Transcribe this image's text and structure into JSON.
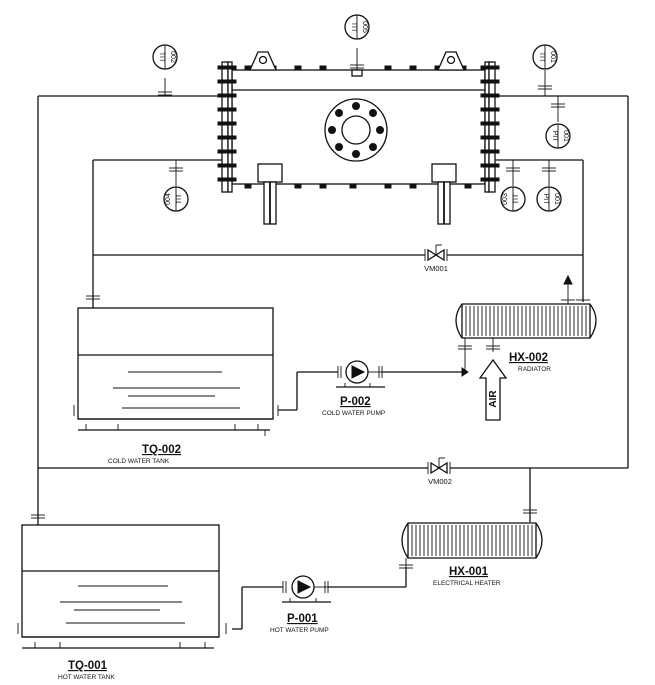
{
  "equipment": {
    "tq002": {
      "tag": "TQ-002",
      "desc": "COLD WATER TANK"
    },
    "tq001": {
      "tag": "TQ-001",
      "desc": "HOT WATER TANK"
    },
    "p002": {
      "tag": "P-002",
      "desc": "COLD WATER PUMP"
    },
    "p001": {
      "tag": "P-001",
      "desc": "HOT WATER PUMP"
    },
    "hx002": {
      "tag": "HX-002",
      "desc": "RADIATOR"
    },
    "hx001": {
      "tag": "HX-001",
      "desc": "ELECTRICAL HEATER"
    }
  },
  "valves": {
    "vm001": "VM001",
    "vm002": "VM002"
  },
  "air_label": "AIR",
  "instruments": {
    "tit005": {
      "type": "TIT",
      "num": "005"
    },
    "tit002": {
      "type": "TIT",
      "num": "002"
    },
    "tit001": {
      "type": "TIT",
      "num": "001"
    },
    "pit001_top": {
      "type": "PIT",
      "num": "001"
    },
    "tit004": {
      "type": "TIT",
      "num": "004"
    },
    "tit003": {
      "type": "TIT",
      "num": "003"
    },
    "pit001_bottom": {
      "type": "PIT",
      "num": "001"
    }
  }
}
